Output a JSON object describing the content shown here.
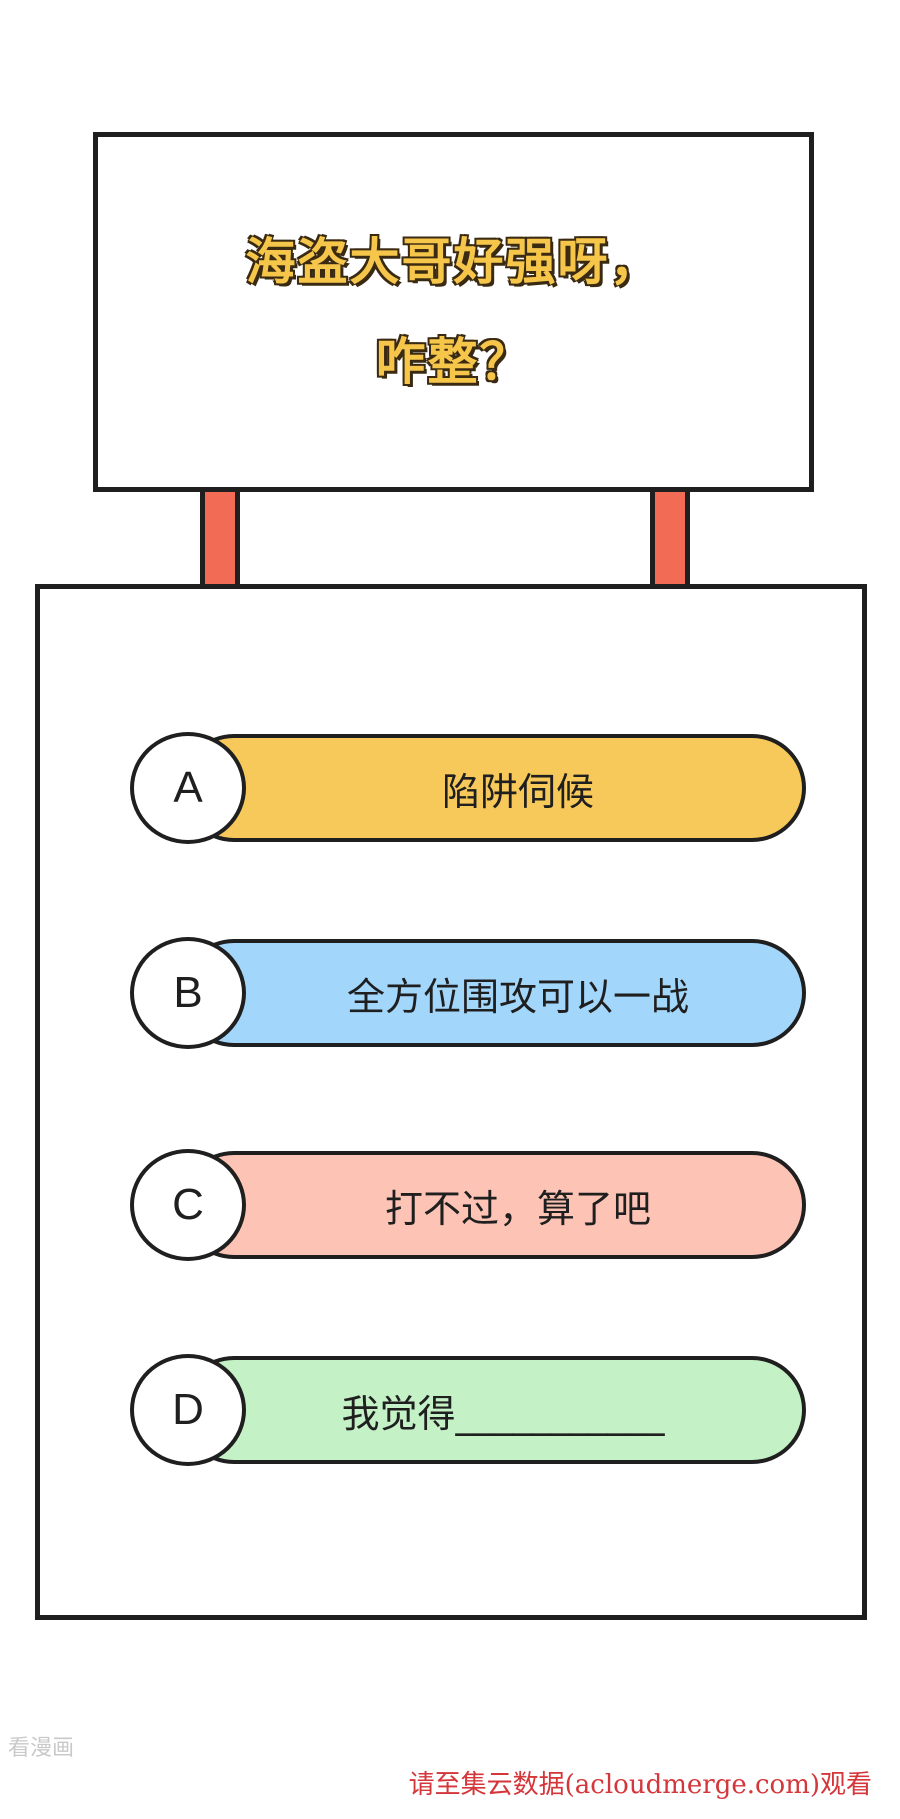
{
  "question": {
    "line1": "海盗大哥好强呀，",
    "line2": "咋整？",
    "text_color": "#f6c64a"
  },
  "sign": {
    "post_color": "#f26b55"
  },
  "options": [
    {
      "letter": "A",
      "text": "陷阱伺候",
      "color": "#f6c95a"
    },
    {
      "letter": "B",
      "text": "全方位围攻可以一战",
      "color": "#a3d6fb"
    },
    {
      "letter": "C",
      "text": "打不过，算了吧",
      "color": "#fdc4b6"
    },
    {
      "letter": "D",
      "text": "我觉得___________",
      "color": "#c4f1c6"
    }
  ],
  "watermarks": {
    "left": "看漫画",
    "right": "请至集云数据(acloudmerge.com)观看"
  }
}
